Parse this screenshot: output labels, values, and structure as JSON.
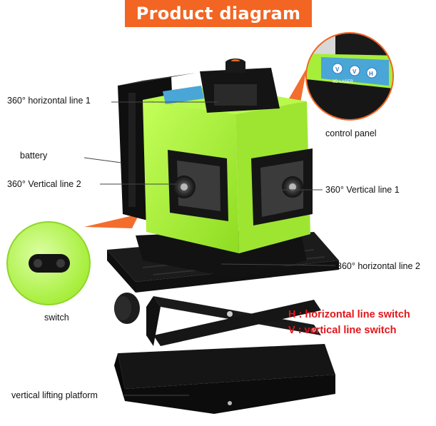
{
  "title": "Product diagram",
  "labels": {
    "h_line_1": "360° horizontal line 1",
    "battery": "battery",
    "v_line_2": "360° Vertical line 2",
    "control_panel": "control panel",
    "v_line_1": "360° Vertical line 1",
    "h_line_2": "360° horizontal line 2",
    "switch": "switch",
    "lifting_platform": "vertical lifting platform"
  },
  "legend": {
    "h": "H : horizontal line switch",
    "v": "V : vertical line switch"
  },
  "panel_text": "3D LASER",
  "panel_buttons": [
    "V",
    "V",
    "H"
  ],
  "colors": {
    "banner": "#f26522",
    "body_green": "#a6ee3a",
    "callout": "#f26522",
    "legend_red": "#e3151a"
  }
}
